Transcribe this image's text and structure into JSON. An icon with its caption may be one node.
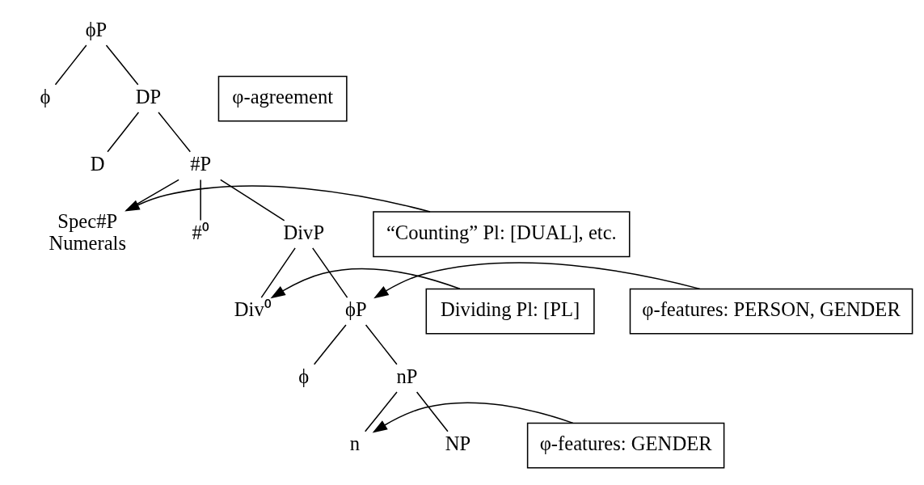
{
  "diagram": {
    "nodes": [
      {
        "text": [
          "ϕP"
        ]
      },
      {
        "text": [
          "φ-agreement"
        ]
      },
      {
        "text": [
          "ϕ"
        ]
      },
      {
        "text": [
          "DP"
        ]
      },
      {
        "text": [
          "D"
        ]
      },
      {
        "text": [
          "#P"
        ]
      },
      {
        "text": [
          "“Counting” Pl: [DUAL], etc."
        ]
      },
      {
        "text": [
          "Spec#P",
          "Numerals"
        ]
      },
      {
        "text": [
          "#⁰"
        ]
      },
      {
        "text": [
          "DivP"
        ]
      },
      {
        "text": [
          "φ-features: PERSON, GENDER"
        ]
      },
      {
        "text": [
          "Div⁰"
        ]
      },
      {
        "text": [
          "ϕP"
        ]
      },
      {
        "text": [
          "Dividing Pl: [PL]"
        ]
      },
      {
        "text": [
          "ϕ"
        ]
      },
      {
        "text": [
          "nP"
        ]
      },
      {
        "text": [
          "φ-features: GENDER"
        ]
      },
      {
        "text": [
          "n"
        ]
      },
      {
        "text": [
          "NP"
        ]
      }
    ],
    "edges": [
      {
        "from": 0,
        "to": 2,
        "arrow": "none"
      },
      {
        "from": 0,
        "to": 3,
        "arrow": "none"
      },
      {
        "from": 3,
        "to": 4,
        "arrow": "none"
      },
      {
        "from": 3,
        "to": 5,
        "arrow": "none"
      },
      {
        "from": 6,
        "to": 7,
        "arrow": "to"
      },
      {
        "from": 5,
        "to": 7,
        "arrow": "none"
      },
      {
        "from": 5,
        "to": 8,
        "arrow": "none"
      },
      {
        "from": 5,
        "to": 9,
        "arrow": "none"
      },
      {
        "from": 10,
        "to": 12,
        "arrow": "to"
      },
      {
        "from": 9,
        "to": 11,
        "arrow": "none"
      },
      {
        "from": 9,
        "to": 12,
        "arrow": "none"
      },
      {
        "from": 13,
        "to": 11,
        "arrow": "to"
      },
      {
        "from": 12,
        "to": 14,
        "arrow": "none"
      },
      {
        "from": 12,
        "to": 15,
        "arrow": "none"
      },
      {
        "from": 16,
        "to": 17,
        "arrow": "to"
      },
      {
        "from": 15,
        "to": 17,
        "arrow": "none"
      },
      {
        "from": 15,
        "to": 18,
        "arrow": "none"
      }
    ]
  }
}
